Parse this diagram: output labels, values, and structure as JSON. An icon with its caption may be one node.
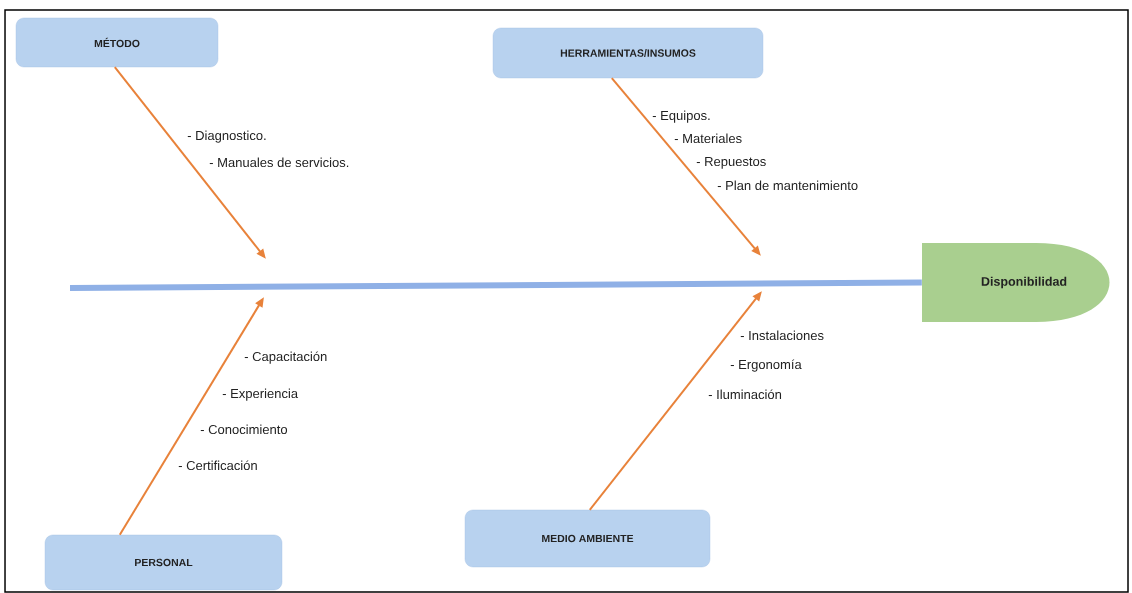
{
  "diagram": {
    "nodes": [
      {
        "text": [
          "MÉTODO"
        ]
      },
      {
        "text": [
          "HERRAMIENTAS/INSUMOS"
        ]
      },
      {
        "text": [
          "Disponibilidad"
        ]
      },
      {
        "text": [
          "PERSONAL"
        ]
      },
      {
        "text": [
          "MEDIO AMBIENTE"
        ]
      }
    ],
    "edges": [
      {
        "from": null,
        "to": 2,
        "arrow": "none",
        "style": "thick",
        "color": "#8fb0e6"
      },
      {
        "from": 0,
        "to": null,
        "arrow": "to"
      },
      {
        "from": 1,
        "to": null,
        "arrow": "to"
      },
      {
        "from": 3,
        "to": null,
        "arrow": "to"
      },
      {
        "from": 4,
        "to": null,
        "arrow": "to"
      }
    ],
    "labels": [
      "- Diagnostico.",
      "- Manuales de servicios.",
      "- Equipos.",
      "- Materiales",
      "- Repuestos",
      "- Plan de mantenimiento",
      "- Capacitación",
      "- Experiencia",
      "- Conocimiento",
      "- Certificación",
      "- Instalaciones",
      "- Ergonomía",
      "- Iluminación"
    ]
  }
}
